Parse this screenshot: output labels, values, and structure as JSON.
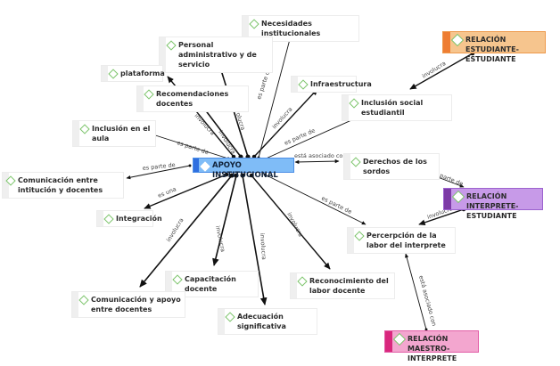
{
  "diagram": {
    "type": "concept-map",
    "center": {
      "id": "apoyo",
      "label": "APOYO INSTITUCIONAL"
    },
    "nodes": [
      {
        "id": "necesidades",
        "label": "Necesidades  institucionales",
        "style": "plain"
      },
      {
        "id": "personal",
        "label": "Personal administrativo y de servicio",
        "style": "plain"
      },
      {
        "id": "plataforma",
        "label": "plataforma",
        "style": "plain"
      },
      {
        "id": "recomendaciones",
        "label": "Recomendaciones docentes",
        "style": "plain"
      },
      {
        "id": "infraestructura",
        "label": "Infraestructura",
        "style": "plain"
      },
      {
        "id": "inclusion_social",
        "label": "Inclusión social estudiantil",
        "style": "plain"
      },
      {
        "id": "inclusion_aula",
        "label": "Inclusión en el aula",
        "style": "plain"
      },
      {
        "id": "comunicacion_inst",
        "label": "Comunicación entre intitución  y docentes",
        "style": "plain"
      },
      {
        "id": "derechos",
        "label": "Derechos de los sordos",
        "style": "plain"
      },
      {
        "id": "integracion",
        "label": "Integración",
        "style": "plain"
      },
      {
        "id": "percepcion",
        "label": "Percerpción de la labor del interprete",
        "style": "plain"
      },
      {
        "id": "capacitacion",
        "label": "Capacitación docente",
        "style": "plain"
      },
      {
        "id": "reconocimiento",
        "label": "Reconocimiento del labor docente",
        "style": "plain"
      },
      {
        "id": "comunicacion_doc",
        "label": "Comunicación y apoyo entre docentes",
        "style": "plain"
      },
      {
        "id": "adecuacion",
        "label": "Adecuación significativa",
        "style": "plain"
      },
      {
        "id": "rel_est_est",
        "label": "RELACIÓN ESTUDIANTE-ESTUDIANTE",
        "style": "orange"
      },
      {
        "id": "rel_int_est",
        "label": "RELACIÓN INTERPRETE-ESTUDIANTE",
        "style": "purple"
      },
      {
        "id": "rel_mae_int",
        "label": "RELACIÓN MAESTRO-INTERPRETE",
        "style": "pink"
      }
    ],
    "edges": [
      {
        "from": "apoyo",
        "to": "necesidades",
        "label": "es parte de"
      },
      {
        "from": "apoyo",
        "to": "personal",
        "label": "involucra"
      },
      {
        "from": "apoyo",
        "to": "plataforma",
        "label": "involucra"
      },
      {
        "from": "apoyo",
        "to": "recomendaciones",
        "label": "involucra"
      },
      {
        "from": "apoyo",
        "to": "infraestructura",
        "label": "involucra"
      },
      {
        "from": "apoyo",
        "to": "inclusion_social",
        "label": "es parte de"
      },
      {
        "from": "apoyo",
        "to": "inclusion_aula",
        "label": "es parte de"
      },
      {
        "from": "apoyo",
        "to": "comunicacion_inst",
        "label": "es parte de"
      },
      {
        "from": "apoyo",
        "to": "derechos",
        "label": "está asociado con"
      },
      {
        "from": "apoyo",
        "to": "integracion",
        "label": "es una"
      },
      {
        "from": "apoyo",
        "to": "percepcion",
        "label": "es parte de"
      },
      {
        "from": "apoyo",
        "to": "capacitacion",
        "label": "involucra"
      },
      {
        "from": "apoyo",
        "to": "reconocimiento",
        "label": "involucra"
      },
      {
        "from": "apoyo",
        "to": "comunicacion_doc",
        "label": "involucra"
      },
      {
        "from": "apoyo",
        "to": "adecuacion",
        "label": "involucra"
      },
      {
        "from": "rel_est_est",
        "to": "inclusion_social",
        "label": "involucra"
      },
      {
        "from": "derechos",
        "to": "rel_int_est",
        "label": "es parte de"
      },
      {
        "from": "rel_int_est",
        "to": "percepcion",
        "label": "involucra"
      },
      {
        "from": "rel_mae_int",
        "to": "percepcion",
        "label": "está asociado con"
      }
    ]
  }
}
